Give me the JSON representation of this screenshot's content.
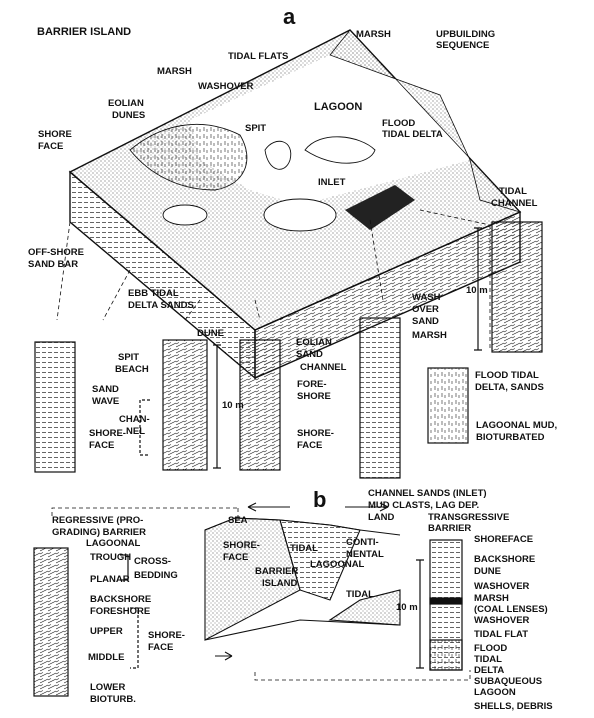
{
  "panel_a": {
    "letter": "a",
    "title": "BARRIER ISLAND",
    "block_labels": {
      "marsh_top": "MARSH",
      "tidal_flats": "TIDAL FLATS",
      "upbuilding_1": "UPBUILDING",
      "upbuilding_2": "SEQUENCE",
      "marsh_left": "MARSH",
      "washover": "WASHOVER",
      "eolian_1": "EOLIAN",
      "eolian_2": "DUNES",
      "lagoon": "LAGOON",
      "shore_1": "SHORE",
      "shore_2": "FACE",
      "spit": "SPIT",
      "flood_1": "FLOOD",
      "flood_2": "TIDAL DELTA",
      "inlet": "INLET",
      "tidal_channel_1": "TIDAL",
      "tidal_channel_2": "CHANNEL",
      "offshore_1": "OFF-SHORE",
      "offshore_2": "SAND BAR",
      "ebb_1": "EBB TIDAL",
      "ebb_2": "DELTA SANDS"
    },
    "column_labels": {
      "sand_1": "SAND",
      "sand_2": "WAVE",
      "shoreface_left_1": "SHORE-",
      "shoreface_left_2": "FACE",
      "dune": "DUNE",
      "spit_1": "SPIT",
      "spit_2": "BEACH",
      "chan_1": "CHAN-",
      "chan_2": "NEL",
      "scale_mid": "10 m",
      "eolian_1": "EOLIAN",
      "eolian_2": "SAND",
      "fore_1": "FORE-",
      "fore_2": "SHORE",
      "shoreface_mid_1": "SHORE-",
      "shoreface_mid_2": "FACE",
      "wash_1": "WASH",
      "wash_2": "OVER",
      "wash_3": "SAND",
      "marsh": "MARSH",
      "channel": "CHANNEL",
      "channel_sands_1": "CHANNEL SANDS (INLET)",
      "channel_sands_2": "MUD CLASTS, LAG DEP.",
      "scale_right": "10 m",
      "flood_1": "FLOOD TIDAL",
      "flood_2": "DELTA, SANDS",
      "lagoonal_1": "LAGOONAL MUD,",
      "lagoonal_2": "BIOTURBATED"
    }
  },
  "panel_b": {
    "letter": "b",
    "left_column": {
      "header_1": "REGRESSIVE (PRO-",
      "header_2": "GRADING) BARRIER",
      "lagoonal": "LAGOONAL",
      "trough": "TROUGH",
      "planar": "PLANAR",
      "cross_1": "CROSS-",
      "cross_2": "BEDDING",
      "backshore": "BACKSHORE",
      "foreshore": "FORESHORE",
      "upper": "UPPER",
      "middle": "MIDDLE",
      "shore_1": "SHORE-",
      "shore_2": "FACE",
      "lower": "LOWER",
      "bioturb": "BIOTURB."
    },
    "cross_section": {
      "sea": "SEA",
      "land": "LAND",
      "shoreface_1": "SHORE-",
      "shoreface_2": "FACE",
      "tidal_a": "TIDAL",
      "continental_1": "CONTI-",
      "continental_2": "NENTAL",
      "barrier_1": "BARRIER",
      "barrier_2": "ISLAND",
      "lagoonal": "LAGOONAL",
      "tidal_b": "TIDAL"
    },
    "right_column": {
      "header_1": "TRANSGRESSIVE",
      "header_2": "BARRIER",
      "shoreface": "SHOREFACE",
      "backshore_1": "BACKSHORE",
      "backshore_2": "DUNE",
      "washover_a": "WASHOVER",
      "marsh": "MARSH",
      "coal": "(COAL LENSES)",
      "washover_b": "WASHOVER",
      "scale": "10 m",
      "tidal_flat": "TIDAL FLAT",
      "flood_1": "FLOOD",
      "flood_2": "TIDAL",
      "flood_3": "DELTA",
      "subaq_1": "SUBAQUEOUS",
      "subaq_2": "LAGOON",
      "shells": "SHELLS, DEBRIS"
    }
  }
}
